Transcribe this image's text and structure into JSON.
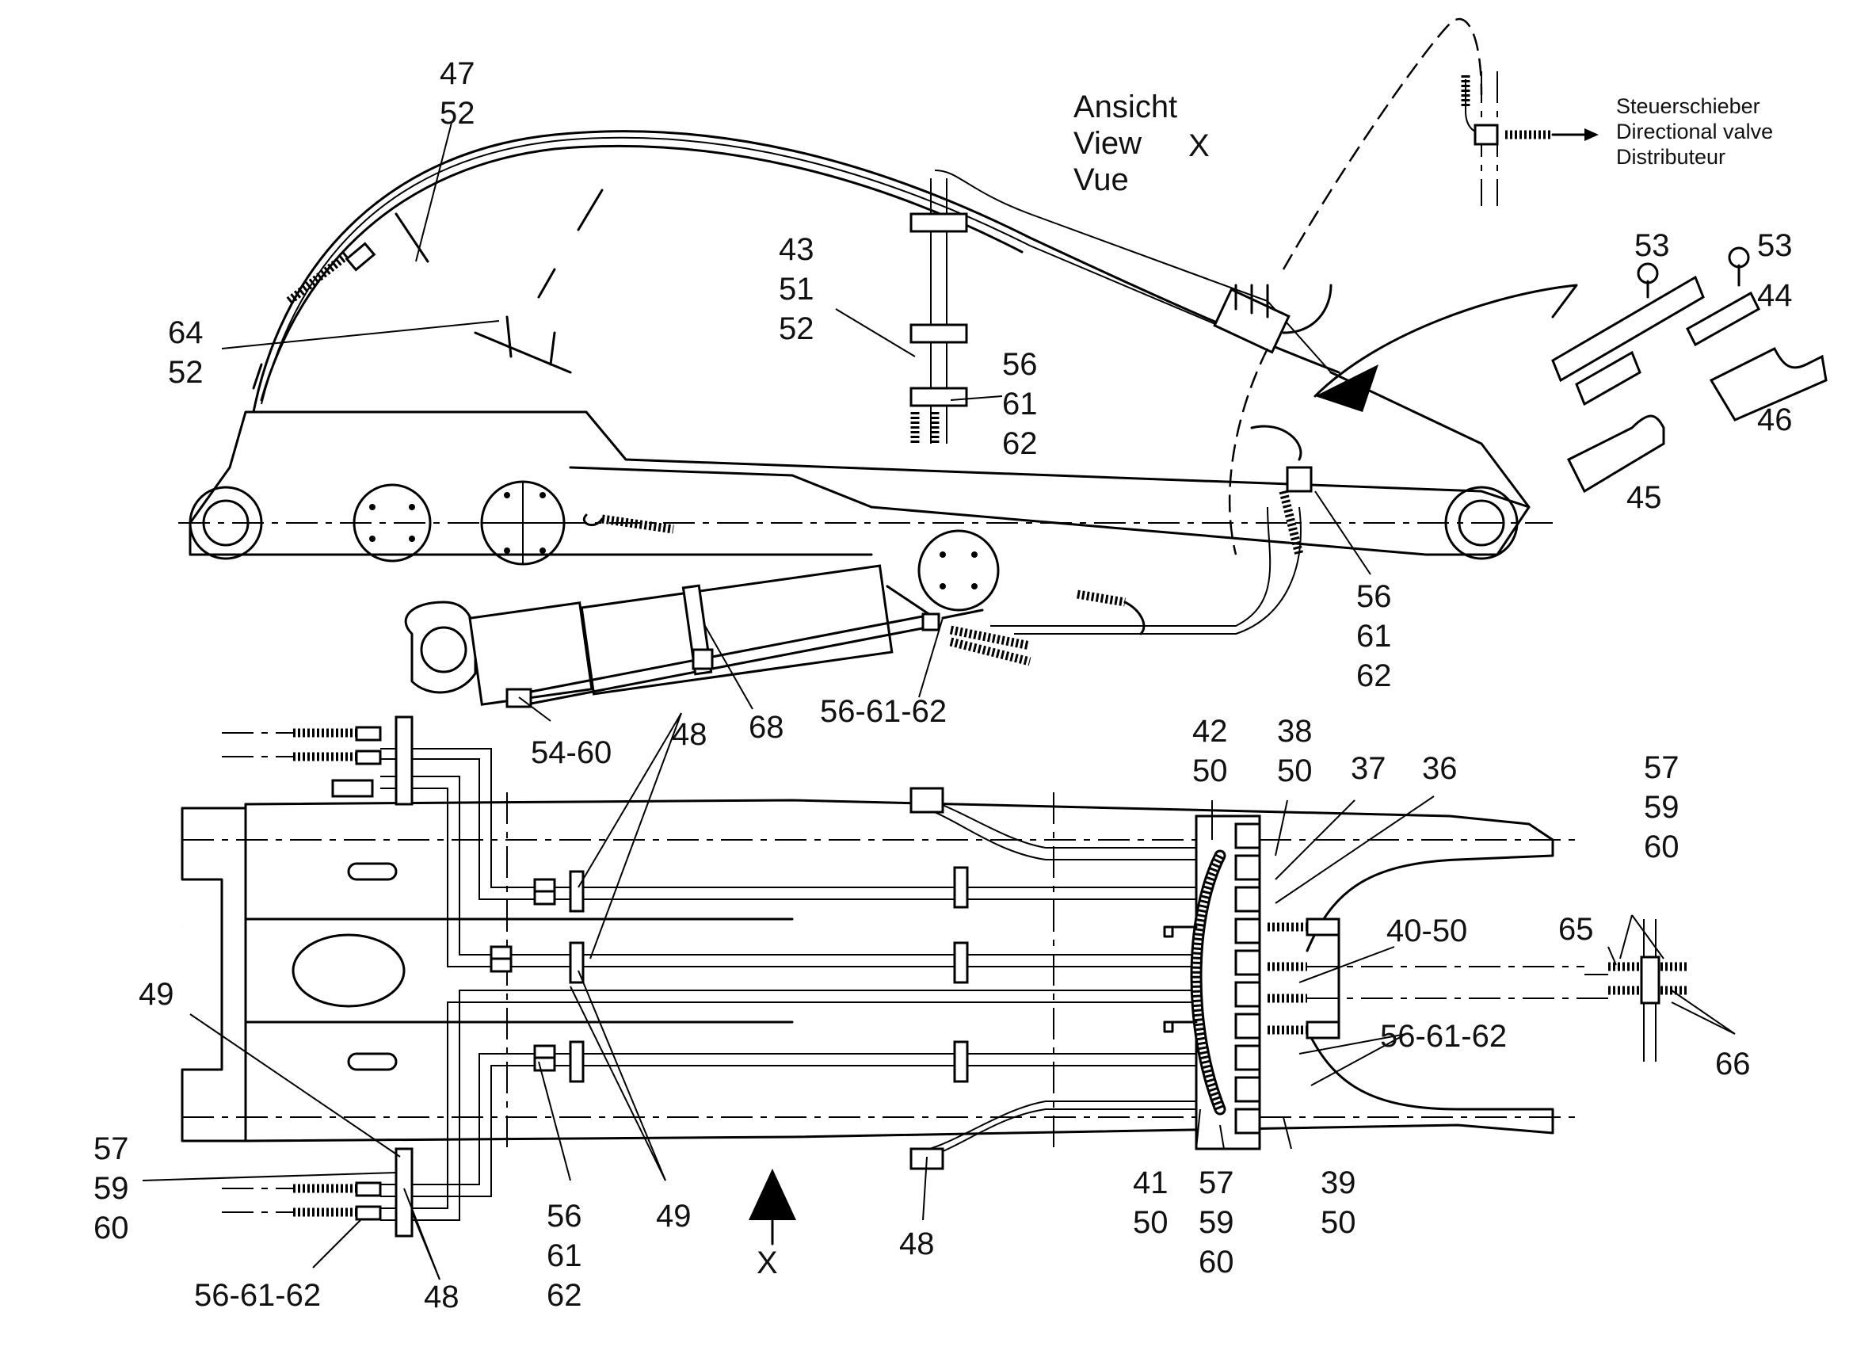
{
  "view_label": {
    "line1": "Ansicht",
    "line2": "View",
    "line3": "Vue",
    "letter": "X"
  },
  "direction_label": {
    "line1": "Steuerschieber",
    "line2": "Directional valve",
    "line3": "Distributeur"
  },
  "x_marker": "X",
  "callouts": {
    "c47_52": "47\n52",
    "c64_52": "64\n52",
    "c43_51_52": "43\n51\n52",
    "c56_61_62_top": "56\n61\n62",
    "c56_61_62_right": "56\n61\n62",
    "c53a": "53",
    "c53b": "53",
    "c44": "44",
    "c46": "46",
    "c45": "45",
    "c68": "68",
    "c56_61_62_mid": "56-61-62",
    "c54_60": "54-60",
    "c48_top": "48",
    "c42_50": "42\n50",
    "c38_50": "38\n50",
    "c37": "37",
    "c36": "36",
    "c57_59_60_right": "57\n59\n60",
    "c65": "65",
    "c40_50": "40-50",
    "c56_61_62_block": "56-61-62",
    "c66": "66",
    "c49_left": "49",
    "c57_59_60_left": "57\n59\n60",
    "c56_61_62_bottom": "56-61-62",
    "c48_bottom": "48",
    "c56_61_62_lower": "56\n61\n62",
    "c49_bottom": "49",
    "c48_center": "48",
    "c41_50": "41\n50",
    "c57_59_60_bottom": "57\n59\n60",
    "c39_50": "39\n50"
  }
}
